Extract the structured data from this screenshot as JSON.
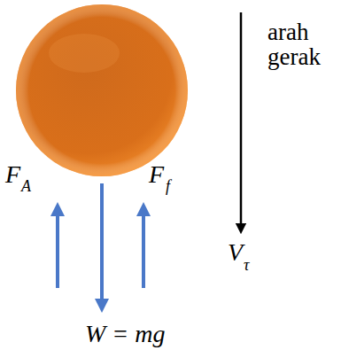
{
  "diagram": {
    "labels": [
      "arah gerak",
      "F",
      "A",
      "F",
      "f",
      "V",
      "τ",
      "W = mg"
    ]
  }
}
